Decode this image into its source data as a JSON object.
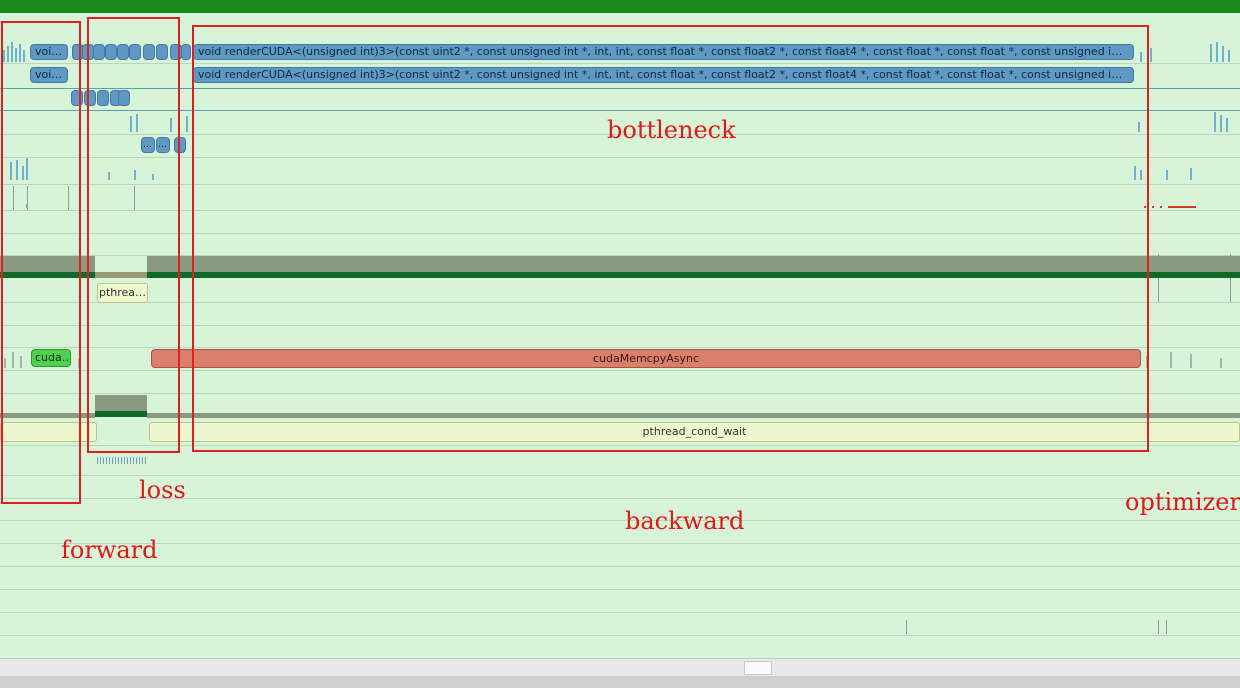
{
  "timeline": {
    "kernel_name": "void renderCUDA<(unsigned int)3>(const uint2 *, const unsigned int *, int, int, const float *, const float2 *, const float4 *, const float *, const float *, const unsigned int *, const fl…",
    "short_void": "void…",
    "short_dots": "…",
    "pthread_short": "pthrea…",
    "pthread_cond_wait": "pthread_cond_wait",
    "cuda_short": "cuda…",
    "cuda_memcpy": "cudaMemcpyAsync"
  },
  "annotations": {
    "bottleneck": "bottleneck",
    "loss": "loss",
    "backward": "backward",
    "forward": "forward",
    "optimizer": "optimizer"
  },
  "colors": {
    "background": "#d8f4d8",
    "header": "#198a19",
    "annotation": "#e02020"
  }
}
